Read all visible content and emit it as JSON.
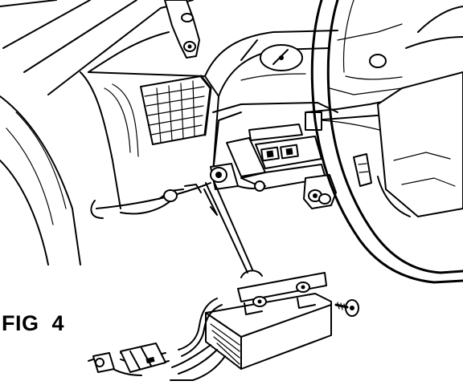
{
  "figure": {
    "label": "FIG  4"
  },
  "palette": {
    "ink": "#000000",
    "paper": "#ffffff"
  },
  "parts": {
    "steering_wheel": "steering-wheel",
    "instrument_cluster": "instrument-cluster",
    "fuse_panel": "fuse-panel",
    "control_module": "control-module",
    "mounting_screw": "mounting-screw",
    "wiring_harness": "wiring-harness"
  }
}
